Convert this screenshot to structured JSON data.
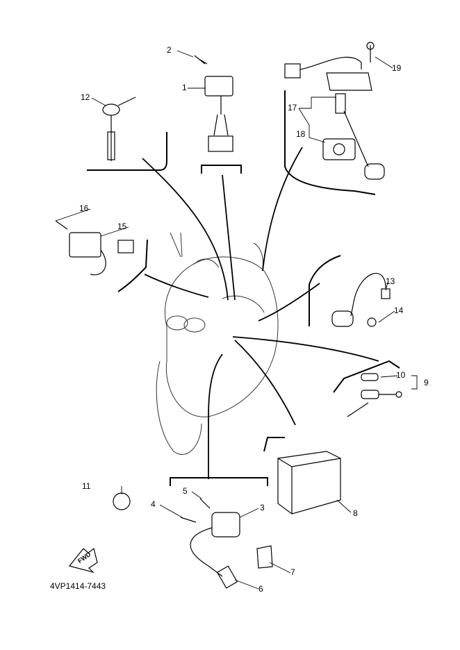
{
  "diagram": {
    "part_code": "4VP1414-7443",
    "fwd_label": "FWD",
    "callouts": [
      {
        "num": "1"
      },
      {
        "num": "2"
      },
      {
        "num": "3"
      },
      {
        "num": "4"
      },
      {
        "num": "5"
      },
      {
        "num": "6"
      },
      {
        "num": "7"
      },
      {
        "num": "8"
      },
      {
        "num": "9"
      },
      {
        "num": "10"
      },
      {
        "num": "11"
      },
      {
        "num": "12"
      },
      {
        "num": "13"
      },
      {
        "num": "14"
      },
      {
        "num": "15"
      },
      {
        "num": "16"
      },
      {
        "num": "17"
      },
      {
        "num": "18"
      },
      {
        "num": "19"
      }
    ]
  }
}
